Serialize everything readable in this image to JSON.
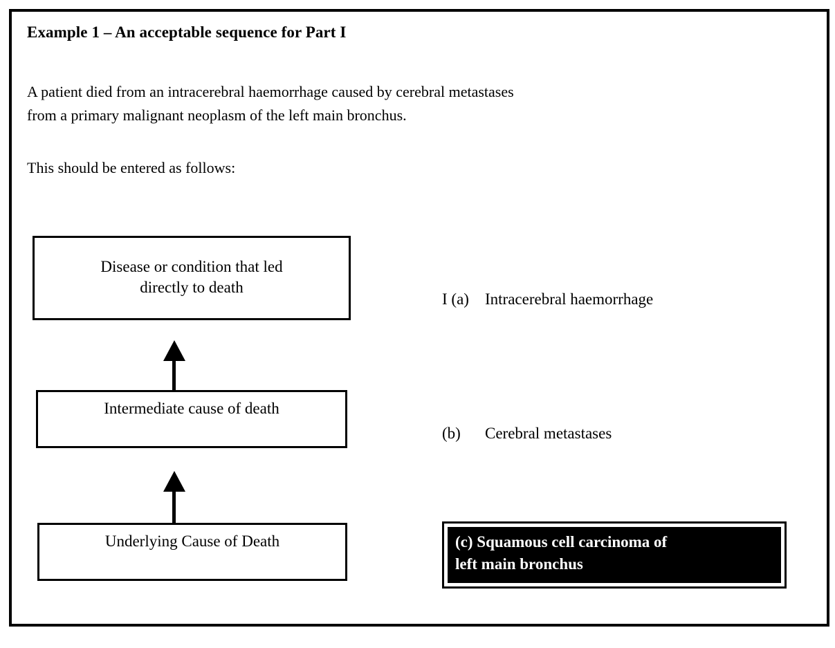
{
  "frame": {
    "border_color": "#000000"
  },
  "heading": {
    "title": "Example 1 – An acceptable sequence for Part I"
  },
  "intro": {
    "line1": "A patient died from an intracerebral haemorrhage caused by cerebral metastases",
    "line2": "from a primary malignant neoplasm of the left main bronchus.",
    "instruction": "This should be entered as follows:"
  },
  "flow_chart": {
    "boxes": [
      {
        "id": "disease-or-condition",
        "line1": "Disease or condition that led",
        "line2": "directly to death"
      },
      {
        "id": "intermediate-cause",
        "line1": "Intermediate cause of death"
      },
      {
        "id": "underlying-cause",
        "line1": "Underlying Cause of Death"
      }
    ],
    "arrows": [
      {
        "id": "arrow-intermediate-to-disease",
        "direction": "up"
      },
      {
        "id": "arrow-underlying-to-intermediate",
        "direction": "up"
      }
    ]
  },
  "part_one_entries": [
    {
      "id": "entry-a",
      "label": "I (a)",
      "text": "Intracerebral haemorrhage",
      "highlighted": false
    },
    {
      "id": "entry-b",
      "label": "(b)",
      "text": "Cerebral metastases",
      "highlighted": false
    },
    {
      "id": "entry-c",
      "label": "(c)",
      "line1": "(c) Squamous cell carcinoma of",
      "line2": "left main bronchus",
      "text": "Squamous cell carcinoma of left main bronchus",
      "highlighted": true,
      "highlight_background": "#000000",
      "highlight_text_color": "#ffffff"
    }
  ]
}
